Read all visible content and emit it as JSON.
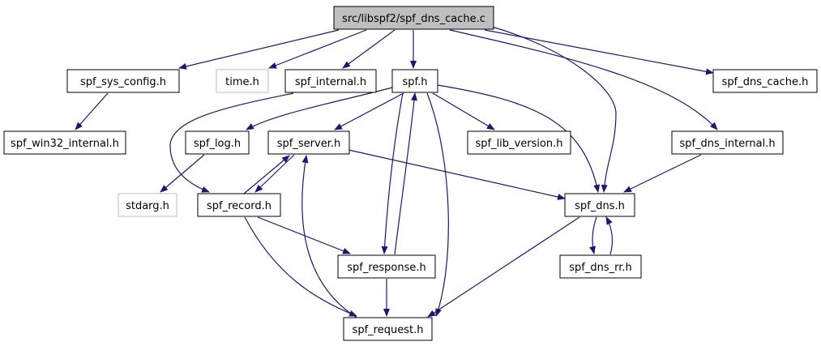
{
  "graph": {
    "nodes": [
      {
        "id": "spf_dns_cache_c",
        "label": "src/libspf2/spf_dns_cache.c",
        "style": "root"
      },
      {
        "id": "spf_sys_config_h",
        "label": "spf_sys_config.h",
        "style": "normal"
      },
      {
        "id": "time_h",
        "label": "time.h",
        "style": "external"
      },
      {
        "id": "spf_internal_h",
        "label": "spf_internal.h",
        "style": "normal"
      },
      {
        "id": "spf_h",
        "label": "spf.h",
        "style": "normal"
      },
      {
        "id": "spf_dns_cache_h",
        "label": "spf_dns_cache.h",
        "style": "normal"
      },
      {
        "id": "spf_win32_internal_h",
        "label": "spf_win32_internal.h",
        "style": "normal"
      },
      {
        "id": "spf_log_h",
        "label": "spf_log.h",
        "style": "normal"
      },
      {
        "id": "spf_server_h",
        "label": "spf_server.h",
        "style": "normal"
      },
      {
        "id": "spf_lib_version_h",
        "label": "spf_lib_version.h",
        "style": "normal"
      },
      {
        "id": "spf_dns_internal_h",
        "label": "spf_dns_internal.h",
        "style": "normal"
      },
      {
        "id": "stdarg_h",
        "label": "stdarg.h",
        "style": "external"
      },
      {
        "id": "spf_record_h",
        "label": "spf_record.h",
        "style": "normal"
      },
      {
        "id": "spf_dns_h",
        "label": "spf_dns.h",
        "style": "normal"
      },
      {
        "id": "spf_response_h",
        "label": "spf_response.h",
        "style": "normal"
      },
      {
        "id": "spf_dns_rr_h",
        "label": "spf_dns_rr.h",
        "style": "normal"
      },
      {
        "id": "spf_request_h",
        "label": "spf_request.h",
        "style": "normal"
      }
    ],
    "edges": [
      [
        "spf_dns_cache_c",
        "spf_sys_config_h"
      ],
      [
        "spf_dns_cache_c",
        "time_h"
      ],
      [
        "spf_dns_cache_c",
        "spf_internal_h"
      ],
      [
        "spf_dns_cache_c",
        "spf_h"
      ],
      [
        "spf_dns_cache_c",
        "spf_dns_h"
      ],
      [
        "spf_dns_cache_c",
        "spf_dns_internal_h"
      ],
      [
        "spf_dns_cache_c",
        "spf_dns_cache_h"
      ],
      [
        "spf_sys_config_h",
        "spf_win32_internal_h"
      ],
      [
        "spf_internal_h",
        "spf_record_h"
      ],
      [
        "spf_h",
        "spf_log_h"
      ],
      [
        "spf_h",
        "spf_server_h"
      ],
      [
        "spf_h",
        "spf_lib_version_h"
      ],
      [
        "spf_h",
        "spf_dns_h"
      ],
      [
        "spf_h",
        "spf_response_h"
      ],
      [
        "spf_h",
        "spf_request_h"
      ],
      [
        "spf_log_h",
        "stdarg_h"
      ],
      [
        "spf_server_h",
        "spf_record_h"
      ],
      [
        "spf_server_h",
        "spf_dns_h"
      ],
      [
        "spf_record_h",
        "spf_server_h"
      ],
      [
        "spf_record_h",
        "spf_response_h"
      ],
      [
        "spf_record_h",
        "spf_request_h"
      ],
      [
        "spf_dns_internal_h",
        "spf_dns_h"
      ],
      [
        "spf_dns_h",
        "spf_dns_rr_h"
      ],
      [
        "spf_dns_h",
        "spf_request_h"
      ],
      [
        "spf_dns_rr_h",
        "spf_dns_h"
      ],
      [
        "spf_response_h",
        "spf_h"
      ],
      [
        "spf_response_h",
        "spf_request_h"
      ],
      [
        "spf_request_h",
        "spf_server_h"
      ]
    ]
  },
  "colors": {
    "edge": "#191970",
    "root_fill": "#bfbfbf",
    "external_border": "#bfbfbf",
    "node_border": "#000000"
  }
}
